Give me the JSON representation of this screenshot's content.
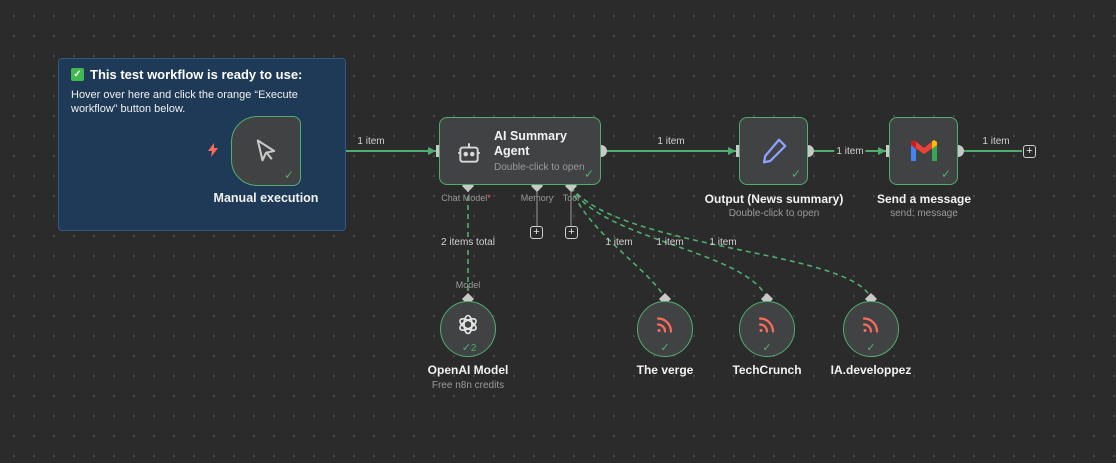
{
  "colors": {
    "canvas": "#2b2b2b",
    "node_fill": "#414244",
    "success_border": "#4fae6f",
    "sticky_fill": "#1e3a57",
    "trigger_bolt": "#ff6b5b",
    "rss_icon": "#ff6b5b"
  },
  "sticky": {
    "title": "This test workflow is ready to use:",
    "body": "Hover over here and click the orange “Execute workflow” button below."
  },
  "nodes": {
    "manual": {
      "title": "Manual execution",
      "icon": "cursor-icon"
    },
    "agent": {
      "title_line1": "AI Summary",
      "title_line2": "Agent",
      "subtitle": "Double-click to open",
      "icon": "robot-icon"
    },
    "output": {
      "title": "Output (News summary)",
      "subtitle": "Double-click to open",
      "icon": "pen-icon"
    },
    "gmail": {
      "title": "Send a message",
      "subtitle": "send: message",
      "icon": "gmail-icon"
    },
    "openai": {
      "title": "OpenAI Model",
      "subtitle": "Free n8n credits",
      "icon": "openai-icon",
      "run_count": "2"
    },
    "verge": {
      "title": "The verge",
      "icon": "rss-icon"
    },
    "techcrunch": {
      "title": "TechCrunch",
      "icon": "rss-icon"
    },
    "iadev": {
      "title": "IA.developpez",
      "icon": "rss-icon"
    }
  },
  "ports": {
    "chat_model": "Chat Model",
    "required_marker": "*",
    "memory": "Memory",
    "tool": "Tool",
    "model": "Model"
  },
  "edges": {
    "manual_to_agent": "1 item",
    "agent_to_output": "1 item",
    "output_to_gmail": "1 item",
    "gmail_out": "1 item",
    "model_link": "2 items total",
    "tool_verge": "1 item",
    "tool_techcrunch": "1 item",
    "tool_iadev": "1 item"
  }
}
